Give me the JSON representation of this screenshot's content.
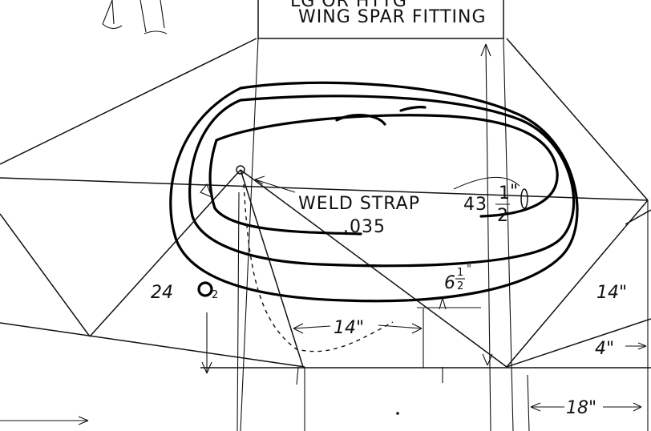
{
  "title": {
    "line1": "LG OR HTTG",
    "line2": "WING SPAR FITTING"
  },
  "labels": {
    "weld_strap": "WELD STRAP",
    "thickness": ".035"
  },
  "dimensions": {
    "d43": {
      "whole": "43",
      "frac_num": "1",
      "frac_den": "2",
      "unit": "\""
    },
    "d24": {
      "whole": "24",
      "frac": "2"
    },
    "d14a": "14\"",
    "d6": {
      "whole": "6",
      "frac_num": "1",
      "frac_den": "2",
      "unit": "\""
    },
    "d14b": "14\"",
    "d4": "4\"",
    "d18": "18\""
  },
  "colors": {
    "ink": "#111111",
    "paper": "#ffffff"
  }
}
